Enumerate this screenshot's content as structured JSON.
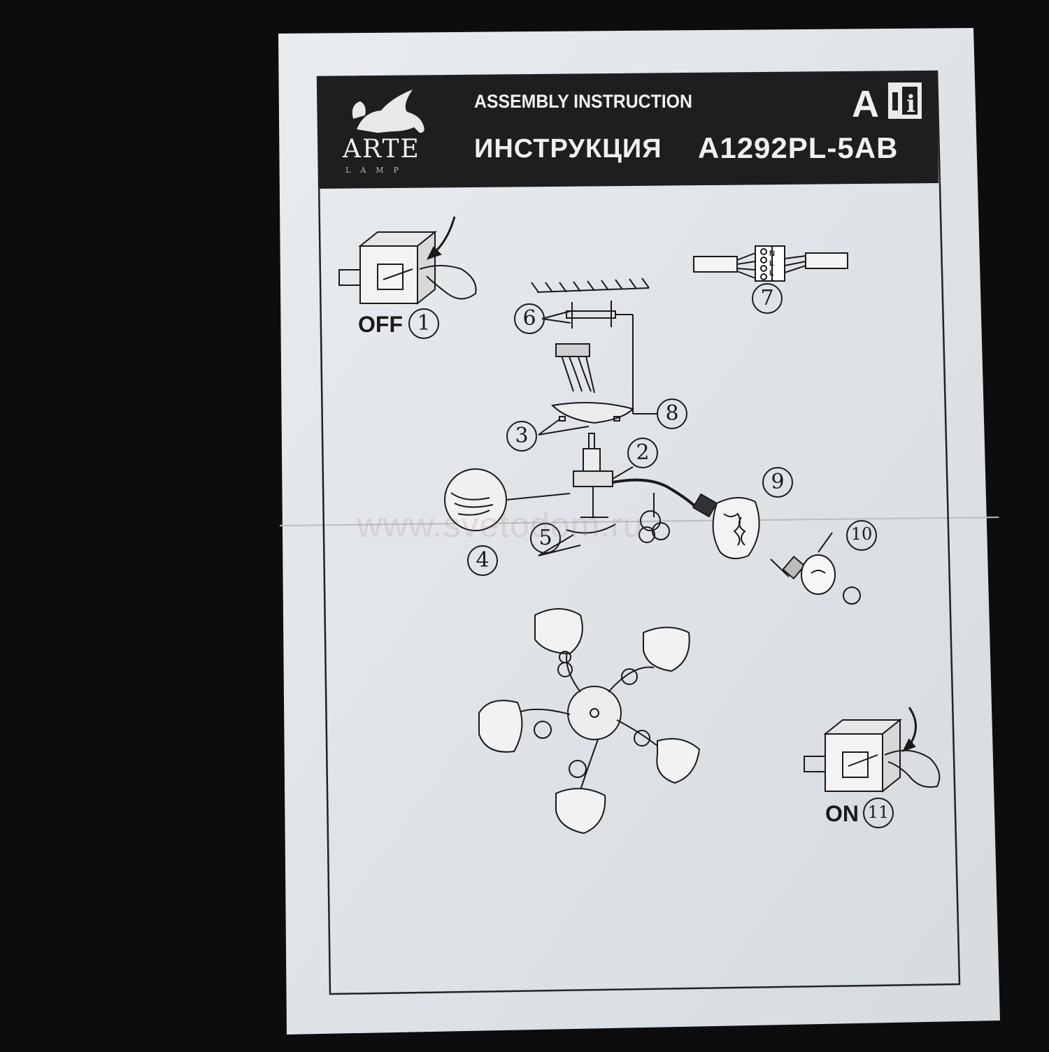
{
  "header": {
    "logo_word": "ARTE",
    "logo_sub": "LAMP",
    "title_en": "ASSEMBLY INSTRUCTION",
    "title_ru": "ИНСТРУКЦИЯ",
    "model": "A1292PL-5AB",
    "doc_letter": "A",
    "info_icon": "book-info-icon"
  },
  "steps": {
    "off_label": "OFF",
    "on_label": "ON",
    "n1": "1",
    "n2": "2",
    "n3": "3",
    "n4": "4",
    "n5": "5",
    "n6": "6",
    "n7": "7",
    "n8": "8",
    "n9": "9",
    "n10": "10",
    "n11": "11"
  },
  "connector": {
    "marks": "N L L"
  },
  "watermark": "www.svetodom.ru"
}
